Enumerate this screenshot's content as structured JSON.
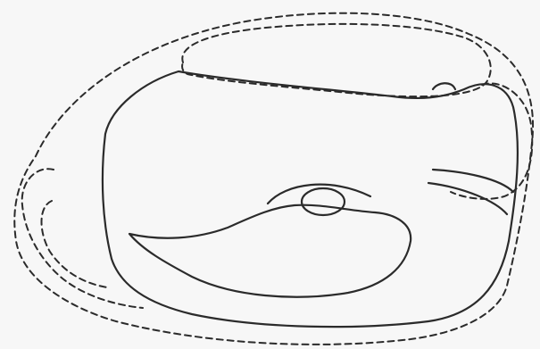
{
  "figure": {
    "kind": "line-drawing",
    "line_color": "#2b2b2b",
    "background_color": "#f7f7f7",
    "solid_outlines": [
      "outer-body-outline",
      "eye-outline",
      "lower-inner-shape",
      "top-lip-curve"
    ],
    "dashed_outlines": [
      "outer-dashed-envelope",
      "top-dashed-oval",
      "left-dashed-lobe",
      "right-dashed-lobe"
    ],
    "labels": []
  }
}
